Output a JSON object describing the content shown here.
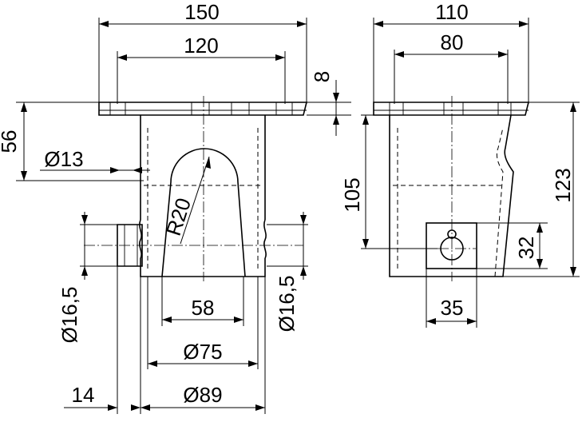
{
  "dimensions": {
    "front": {
      "overall_width": "150",
      "bolt_spacing": "120",
      "hole_diameter": "Ø13",
      "flange_offset": "56",
      "radius": "R20",
      "slot_width": "58",
      "inner_diameter": "Ø75",
      "outer_diameter": "Ø89",
      "side_outlet_left": "Ø16,5",
      "side_outlet_right": "Ø16,5",
      "spigot_length": "14"
    },
    "side": {
      "overall_width": "110",
      "bolt_spacing": "80",
      "flange_thickness": "8",
      "body_height": "105",
      "overall_height": "123",
      "outlet_height": "32",
      "outlet_width": "35"
    }
  }
}
